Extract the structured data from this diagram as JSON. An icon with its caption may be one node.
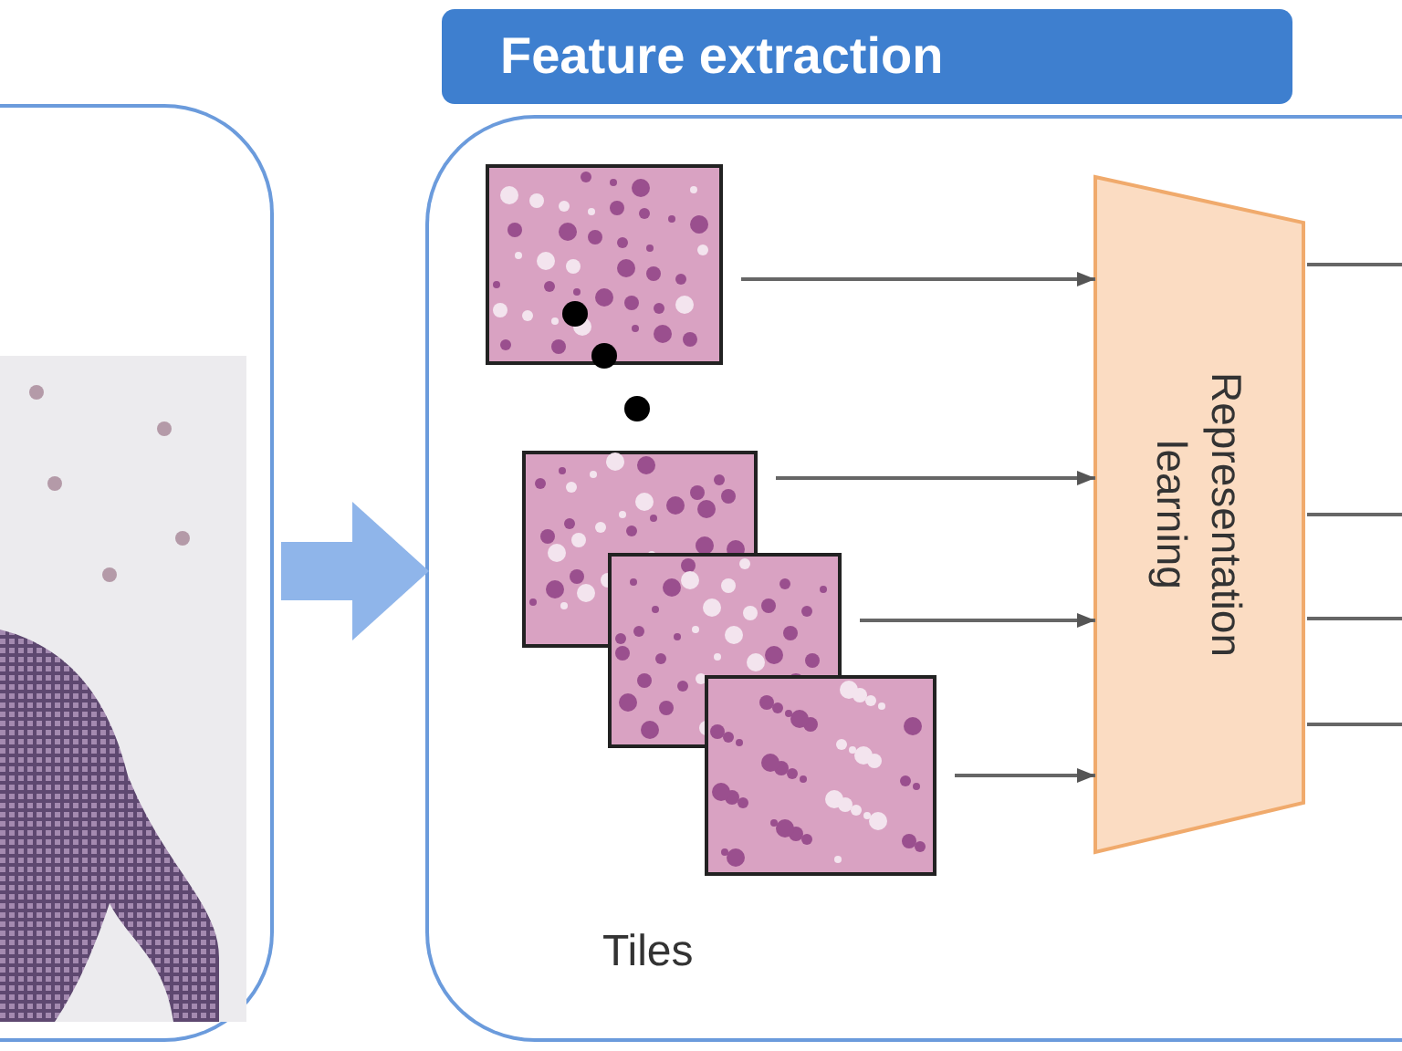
{
  "diagram": {
    "nodes": [
      {
        "text": [],
        "shape": "box"
      },
      {
        "text": [],
        "shape": "picture",
        "in": 0
      },
      {
        "text": [
          "Feature extraction"
        ]
      },
      {
        "text": [],
        "shape": "box"
      },
      {
        "text": [],
        "shape": "picture",
        "in": 3
      },
      {
        "text": [],
        "shape": "picture",
        "in": 3
      },
      {
        "text": [],
        "shape": "picture",
        "in": 3
      },
      {
        "text": [],
        "shape": "picture",
        "in": 3
      },
      {
        "text": [
          "Representation learning"
        ],
        "in": 3
      }
    ],
    "edges": [
      {
        "from": 0,
        "to": 3,
        "arrow": "to",
        "style": "thick",
        "color": "#8fb5ea"
      },
      {
        "from": 4,
        "to": 8,
        "arrow": "to"
      },
      {
        "from": 5,
        "to": 8,
        "arrow": "to"
      },
      {
        "from": 6,
        "to": 8,
        "arrow": "to"
      },
      {
        "from": 7,
        "to": 8,
        "arrow": "to"
      },
      {
        "from": 8,
        "to": null,
        "arrow": "none"
      },
      {
        "from": 8,
        "to": null,
        "arrow": "none"
      },
      {
        "from": 8,
        "to": null,
        "arrow": "none"
      },
      {
        "from": 8,
        "to": null,
        "arrow": "none"
      }
    ],
    "labels": [
      "Tiles"
    ]
  }
}
